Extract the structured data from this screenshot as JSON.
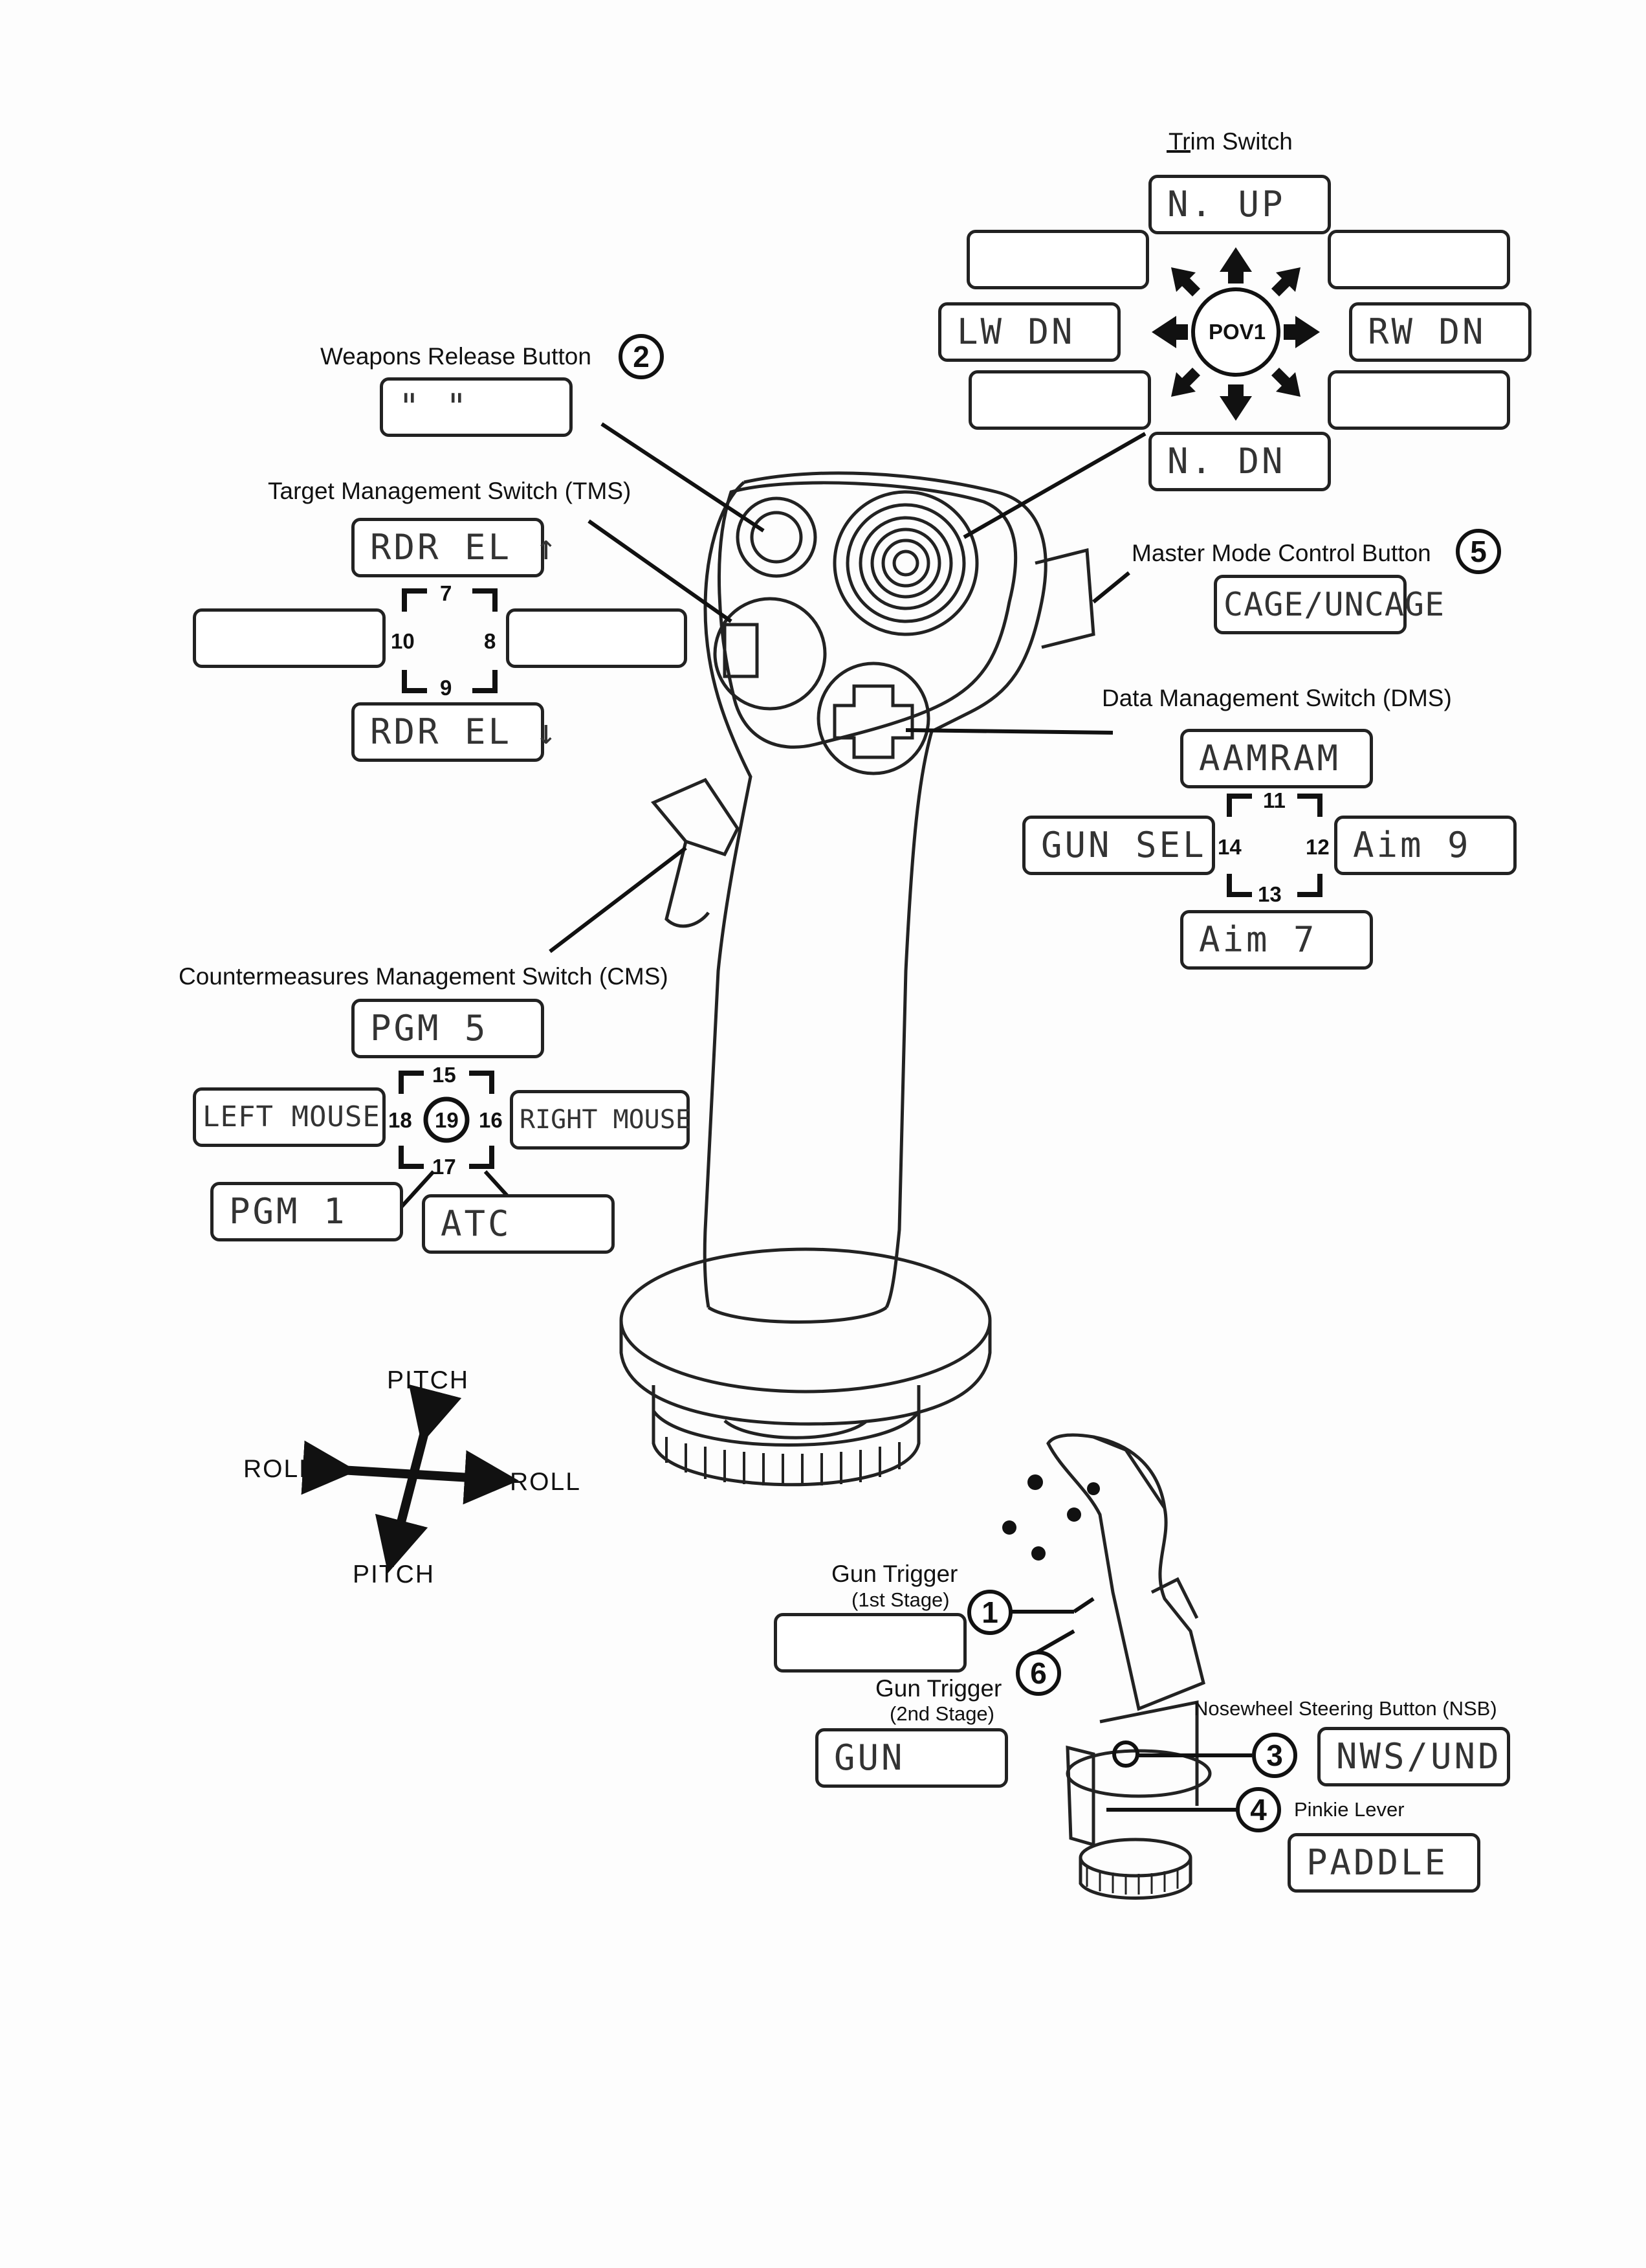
{
  "labels": {
    "trim_switch": "Trim Switch",
    "weapons_release": "Weapons Release Button",
    "tms": "Target Management Switch (TMS)",
    "master_mode": "Master Mode Control Button",
    "dms": "Data Management Switch (DMS)",
    "cms": "Countermeasures Management Switch (CMS)",
    "gun_trigger_1": "Gun Trigger",
    "gun_trigger_1_sub": "(1st Stage)",
    "gun_trigger_2": "Gun Trigger",
    "gun_trigger_2_sub": "(2nd Stage)",
    "nsb": "Nosewheel Steering Button (NSB)",
    "pinkie": "Pinkie Lever",
    "pov": "POV1"
  },
  "badges": {
    "b1": "1",
    "b2": "2",
    "b3": "3",
    "b4": "4",
    "b5": "5",
    "b6": "6"
  },
  "tms_nums": {
    "n7": "7",
    "n8": "8",
    "n9": "9",
    "n10": "10"
  },
  "dms_nums": {
    "n11": "11",
    "n12": "12",
    "n13": "13",
    "n14": "14"
  },
  "cms_nums": {
    "n15": "15",
    "n16": "16",
    "n17": "17",
    "n18": "18",
    "n19": "19"
  },
  "values": {
    "trim_up": "N. UP",
    "trim_left": "LW DN",
    "trim_right": "RW DN",
    "trim_down": "N. DN",
    "trim_ul": "",
    "trim_ur": "",
    "trim_dl": "",
    "trim_dr": "",
    "weapons_release": "\"            \"",
    "tms_up": "RDR EL ↑",
    "tms_left": "",
    "tms_right": "",
    "tms_down": "RDR EL ↓",
    "master_mode": "CAGE/UNCAGE",
    "dms_up": "AAMRAM",
    "dms_left": "GUN SEL",
    "dms_right": "Aim 9",
    "dms_down": "Aim 7",
    "cms_up": "PGM 5",
    "cms_left": "LEFT MOUSE",
    "cms_right": "RIGHT MOUSE",
    "cms_down_left": "PGM 1",
    "cms_down_right": "ATC",
    "gun_trigger_1": "",
    "gun_trigger_2": "GUN",
    "nsb": "NWS/UND",
    "pinkie": "PADDLE"
  },
  "axes": {
    "pitch_top": "PITCH",
    "pitch_bottom": "PITCH",
    "roll_left": "ROLL",
    "roll_right": "ROLL"
  }
}
